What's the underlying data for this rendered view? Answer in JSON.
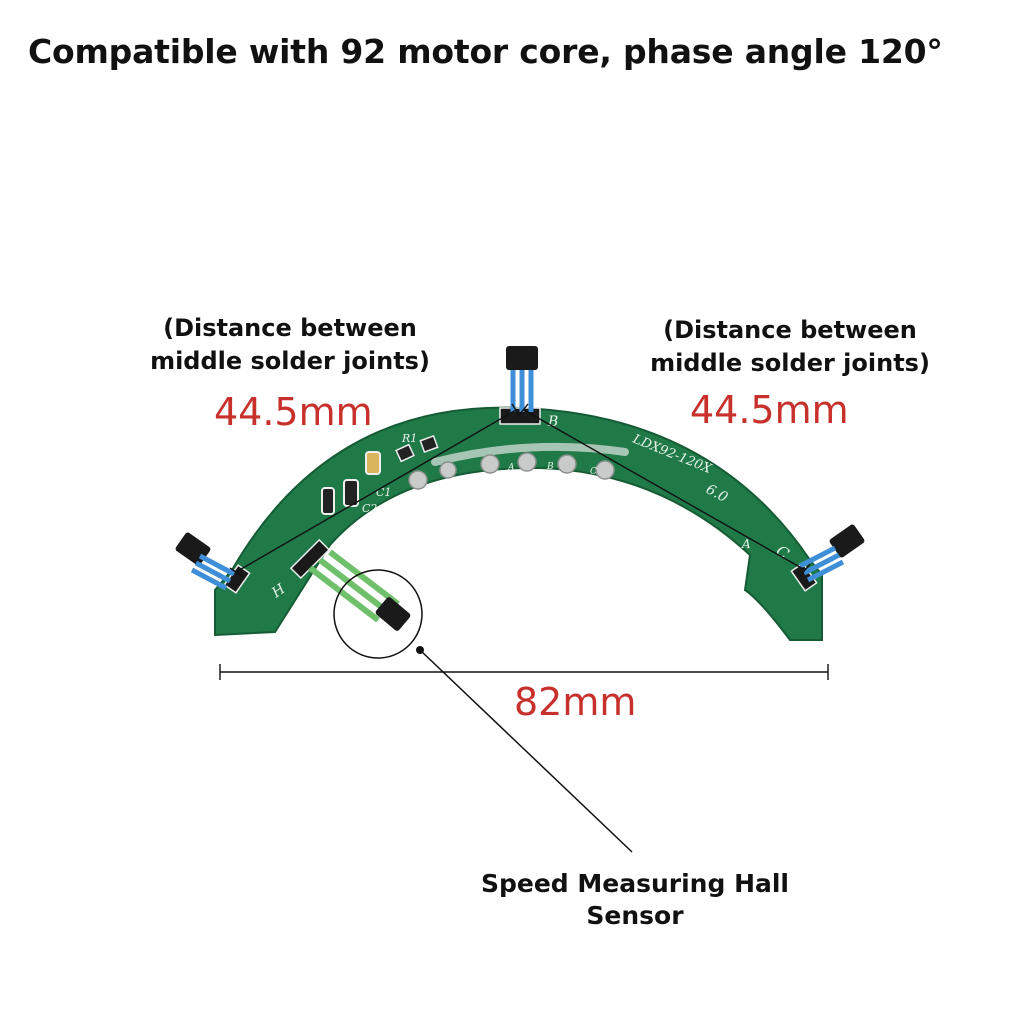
{
  "title": "Compatible with 92 motor core, phase angle 120°",
  "left_note": {
    "line1": "(Distance between",
    "line2": "middle solder joints)"
  },
  "right_note": {
    "line1": "(Distance between",
    "line2": "middle solder joints)"
  },
  "left_dimension": "44.5mm",
  "right_dimension": "44.5mm",
  "bottom_dimension": "82mm",
  "callout": {
    "line1": "Speed Measuring Hall",
    "line2": "Sensor"
  },
  "board": {
    "model_label": "LDX92-120X",
    "version_label": "6.0",
    "pad_labels": [
      "A",
      "B",
      "C"
    ],
    "silk_labels": {
      "r1": "R1",
      "c1": "C1",
      "c2": "C2",
      "h": "H",
      "b": "B",
      "c": "C",
      "a": "A"
    }
  },
  "colors": {
    "pcb": "#1f7a48",
    "dimension_text": "#c8302c",
    "wire": "#3f8fd8",
    "sensor": "#1a1a1a"
  }
}
